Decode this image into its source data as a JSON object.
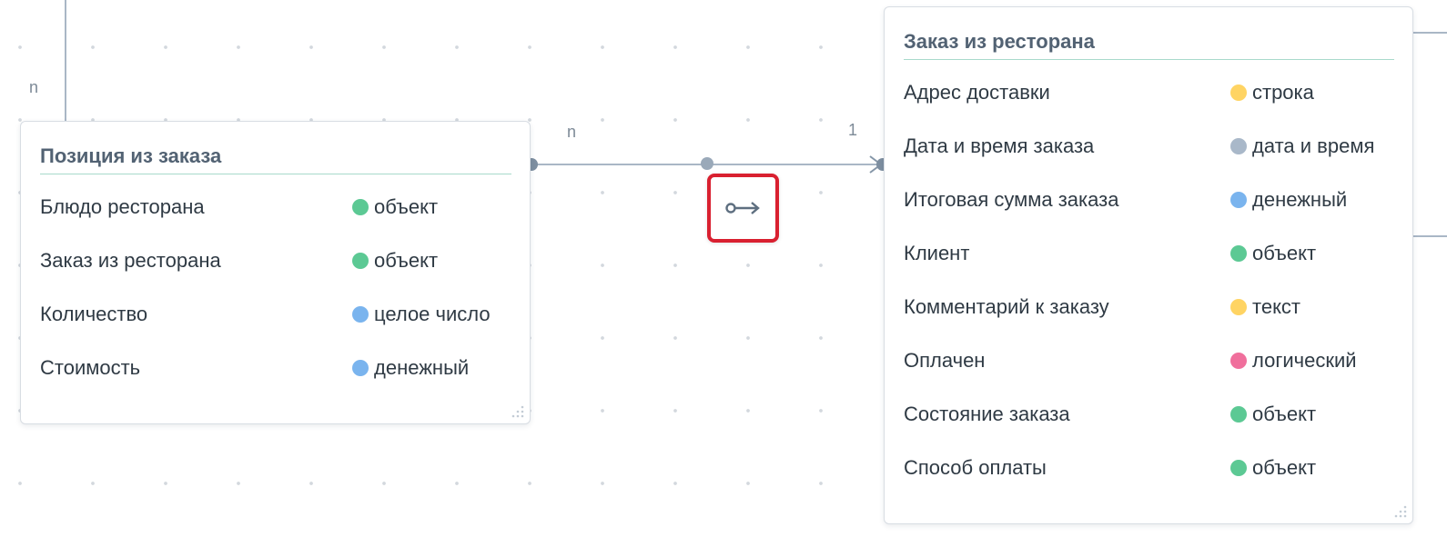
{
  "colors": {
    "object": "#5cc994",
    "integer": "#7ab4ee",
    "money": "#7ab4ee",
    "string": "#ffd463",
    "datetime": "#a9b8c9",
    "text": "#ffd463",
    "boolean": "#f06f9c"
  },
  "multiplicity": {
    "left_top": "n",
    "link_source": "n",
    "link_target": "1"
  },
  "link_button": {
    "icon": "relation-arrow-icon"
  },
  "card_left": {
    "title": "Позиция из заказа",
    "fields": [
      {
        "name": "Блюдо ресторана",
        "type": "объект",
        "color": "#5cc994"
      },
      {
        "name": "Заказ из ресторана",
        "type": "объект",
        "color": "#5cc994"
      },
      {
        "name": "Количество",
        "type": "целое число",
        "color": "#7ab4ee"
      },
      {
        "name": "Стоимость",
        "type": "денежный",
        "color": "#7ab4ee"
      }
    ]
  },
  "card_right": {
    "title": "Заказ из ресторана",
    "fields": [
      {
        "name": "Адрес доставки",
        "type": "строка",
        "color": "#ffd463"
      },
      {
        "name": "Дата и время заказа",
        "type": "дата и время",
        "color": "#a9b8c9"
      },
      {
        "name": "Итоговая сумма заказа",
        "type": "денежный",
        "color": "#7ab4ee"
      },
      {
        "name": "Клиент",
        "type": "объект",
        "color": "#5cc994"
      },
      {
        "name": "Комментарий к заказу",
        "type": "текст",
        "color": "#ffd463"
      },
      {
        "name": "Оплачен",
        "type": "логический",
        "color": "#f06f9c"
      },
      {
        "name": "Состояние заказа",
        "type": "объект",
        "color": "#5cc994"
      },
      {
        "name": "Способ оплаты",
        "type": "объект",
        "color": "#5cc994"
      }
    ]
  }
}
